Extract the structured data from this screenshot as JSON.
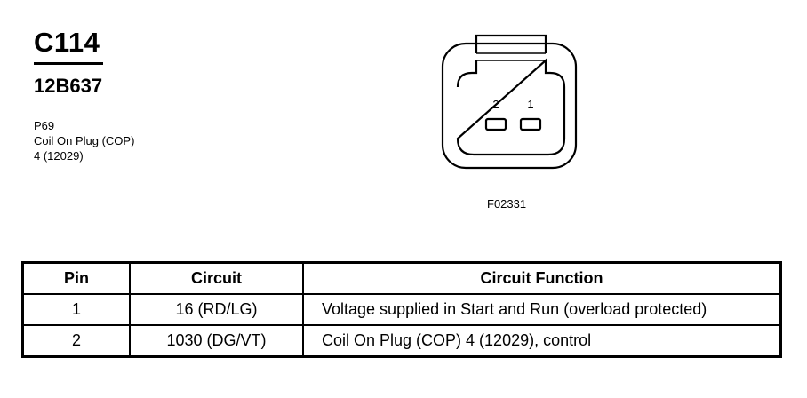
{
  "header": {
    "connector_id": "C114",
    "part_number": "12B637",
    "info_lines": [
      "P69",
      "Coil On Plug (COP)",
      "4 (12029)"
    ]
  },
  "connector_view": {
    "pin_labels": [
      "2",
      "1"
    ],
    "figure_code": "F02331"
  },
  "table": {
    "headers": {
      "pin": "Pin",
      "circuit": "Circuit",
      "function": "Circuit Function"
    },
    "rows": [
      {
        "pin": "1",
        "circuit": "16 (RD/LG)",
        "function": "Voltage supplied in Start and Run (overload protected)"
      },
      {
        "pin": "2",
        "circuit": "1030 (DG/VT)",
        "function": "Coil On Plug (COP) 4 (12029), control"
      }
    ]
  }
}
